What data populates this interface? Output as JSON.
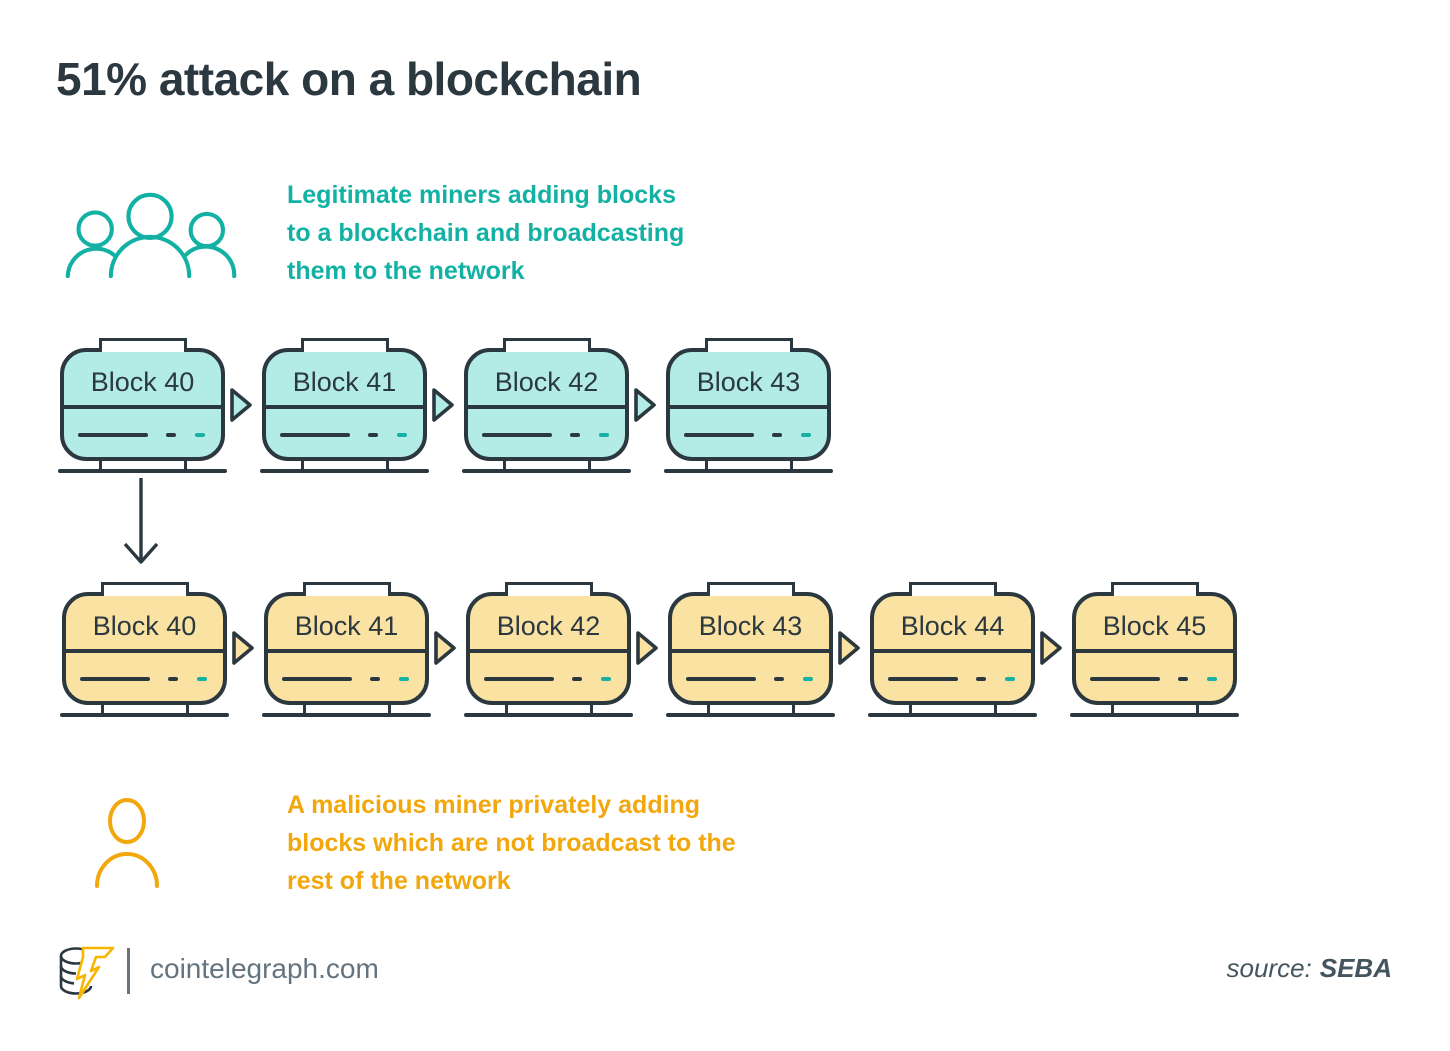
{
  "title": "51% attack on a blockchain",
  "legitimate_caption": {
    "lines": [
      "Legitimate miners adding blocks",
      "to a blockchain and broadcasting",
      "them to the network"
    ]
  },
  "malicious_caption": {
    "lines": [
      "A malicious miner privately adding",
      "blocks which are not broadcast to the",
      "rest of the network"
    ]
  },
  "public_chain": {
    "blocks": [
      {
        "label": "Block 40"
      },
      {
        "label": "Block 41"
      },
      {
        "label": "Block 42"
      },
      {
        "label": "Block 43"
      }
    ]
  },
  "private_chain": {
    "blocks": [
      {
        "label": "Block 40"
      },
      {
        "label": "Block 41"
      },
      {
        "label": "Block 42"
      },
      {
        "label": "Block 43"
      },
      {
        "label": "Block 44"
      },
      {
        "label": "Block 45"
      }
    ]
  },
  "footer": {
    "site": "cointelegraph.com",
    "source_label": "source:",
    "source_value": "SEBA"
  },
  "colors": {
    "dark": "#2B3840",
    "teal": "#12B1A4",
    "teal_fill": "#B3ECE6",
    "amber": "#F2A70D",
    "amber_fill": "#FAE3A2",
    "gray_text": "#64747F"
  }
}
